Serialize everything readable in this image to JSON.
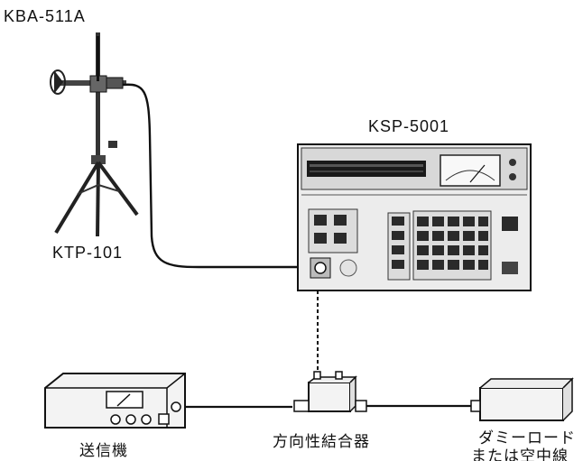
{
  "labels": {
    "antenna": "KBA-511A",
    "tripod": "KTP-101",
    "analyzer": "KSP-5001",
    "transmitter": "送信機",
    "coupler": "方向性結合器",
    "load_line1": "ダミーロード",
    "load_line2": "または空中線"
  },
  "colors": {
    "ink": "#111111",
    "panel_face": "#e9e9e9",
    "panel_dark": "#1a1a1a",
    "key_dark": "#2a2a2a",
    "paper": "#ffffff"
  }
}
